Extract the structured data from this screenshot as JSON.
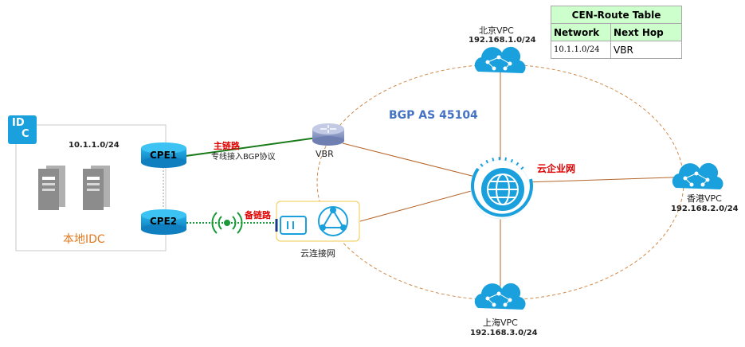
{
  "route_table": {
    "title": "CEN-Route Table",
    "col_network": "Network",
    "col_next_hop": "Next Hop",
    "rows": [
      {
        "network": "10.1.1.0/24",
        "next_hop": "VBR"
      }
    ]
  },
  "idc": {
    "badge_top": "ID",
    "badge_bottom": "C",
    "subnet": "10.1.1.0/24",
    "label": "本地IDC"
  },
  "devices": {
    "cpe1": "CPE1",
    "cpe2": "CPE2",
    "vbr": "VBR",
    "smart_access": "云连接网",
    "cen": "云企业网"
  },
  "links": {
    "primary": "主链路",
    "primary_desc": "专线接入BGP协议",
    "backup": "备链路"
  },
  "bgp": "BGP AS 45104",
  "vpcs": {
    "beijing": {
      "name": "北京VPC",
      "cidr": "192.168.1.0/24"
    },
    "hongkong": {
      "name": "香港VPC",
      "cidr": "192.168.2.0/24"
    },
    "shanghai": {
      "name": "上海VPC",
      "cidr": "192.168.3.0/24"
    }
  },
  "colors": {
    "accent_blue": "#1aa0dc",
    "bgp_blue": "#4472c4",
    "primary_link": "#1a7a1a",
    "backup_link": "#1a9a3a",
    "cen_red": "#e00000",
    "orbit": "#d08a4a",
    "idc_label": "#e07a20"
  }
}
